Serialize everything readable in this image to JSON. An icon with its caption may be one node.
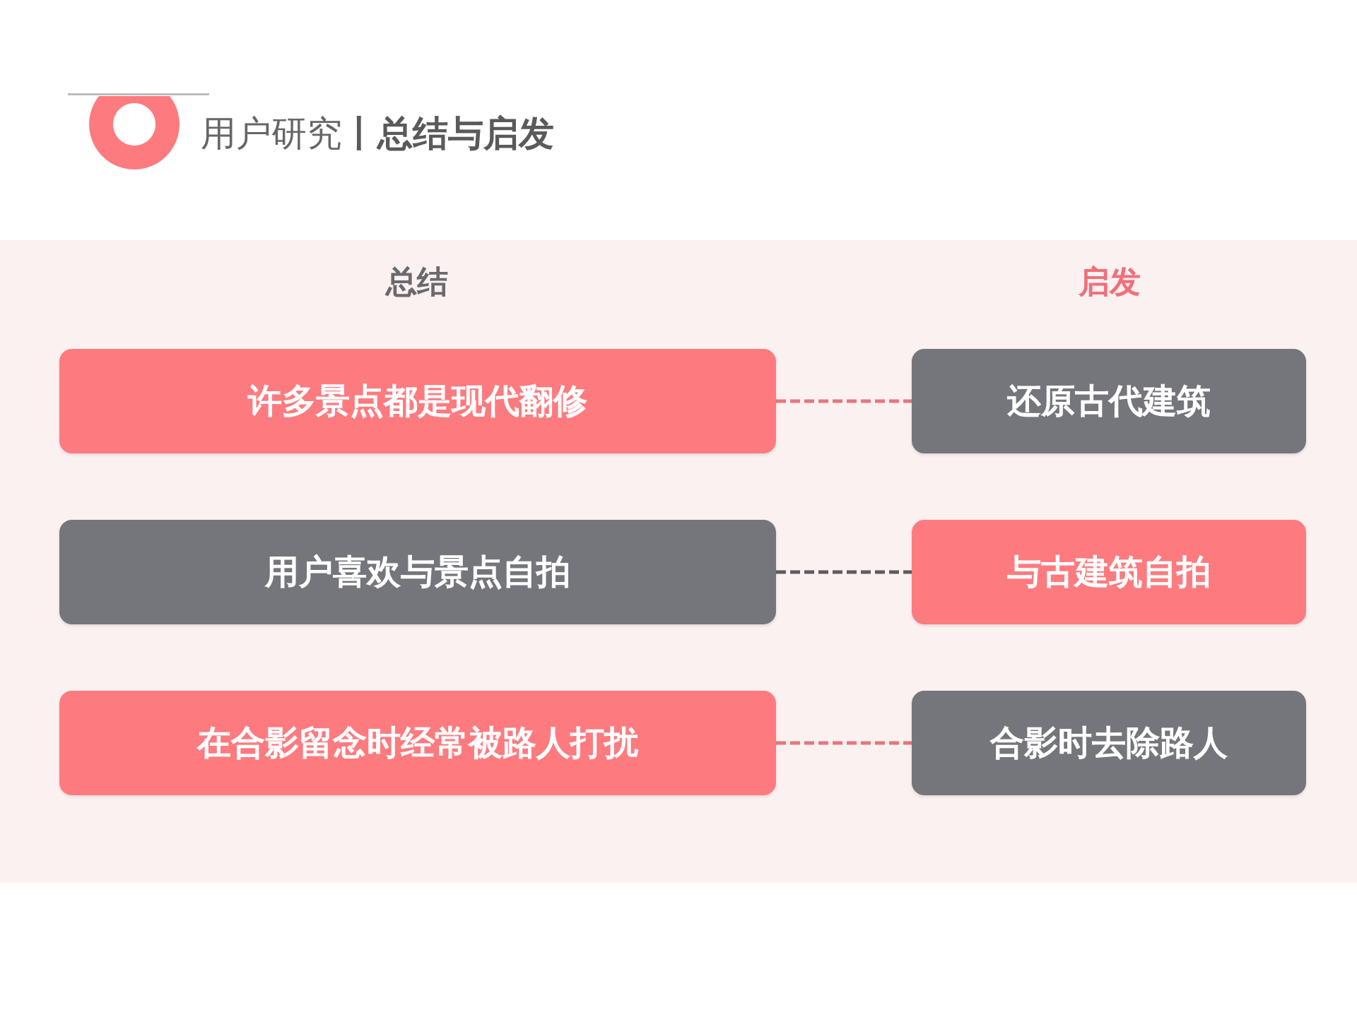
{
  "diagram": {
    "title": "用户研究**丨总结与启发**",
    "nodes": [
      {
        "text": [
          "许多景点都是现代翻修"
        ]
      },
      {
        "text": [
          "还原古代建筑"
        ]
      },
      {
        "text": [
          "用户喜欢与景点自拍"
        ]
      },
      {
        "text": [
          "与古建筑自拍"
        ]
      },
      {
        "text": [
          "在合影留念时经常被路人打扰"
        ]
      },
      {
        "text": [
          "合影时去除路人"
        ]
      }
    ],
    "edges": [
      {
        "from": 0,
        "to": 1,
        "arrow": "none",
        "style": "dashed"
      },
      {
        "from": 2,
        "to": 3,
        "arrow": "none",
        "style": "dashed",
        "color": "#5c5d61"
      },
      {
        "from": 4,
        "to": 5,
        "arrow": "none",
        "style": "dashed"
      }
    ],
    "labels": [
      "总结",
      "启发"
    ]
  }
}
